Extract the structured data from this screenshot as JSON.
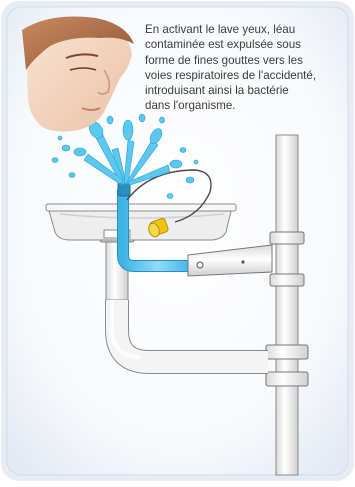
{
  "colors": {
    "background_blue": "#eef2f8",
    "border_blue": "#d6deea",
    "pipe_grey": "#f2f2f2",
    "water_blue": "#5cc8f0",
    "valve_yellow": "#f1c40f",
    "text": "#3c3c3c"
  },
  "caption": {
    "lines": [
      "En activant le lave yeux, léau",
      "contaminée est expulsée sous",
      "forme de fines gouttes vers les",
      "voies respiratoires de l'accidenté,",
      "introduisant ainsi la bactérie",
      "dans l'organisme."
    ]
  },
  "illustration": {
    "subject": "person-face",
    "objects": [
      "eyewash-spray",
      "sink-basin",
      "yellow-valve-handle",
      "water-supply-pipe",
      "drain-pipe",
      "wall-pipe"
    ]
  }
}
